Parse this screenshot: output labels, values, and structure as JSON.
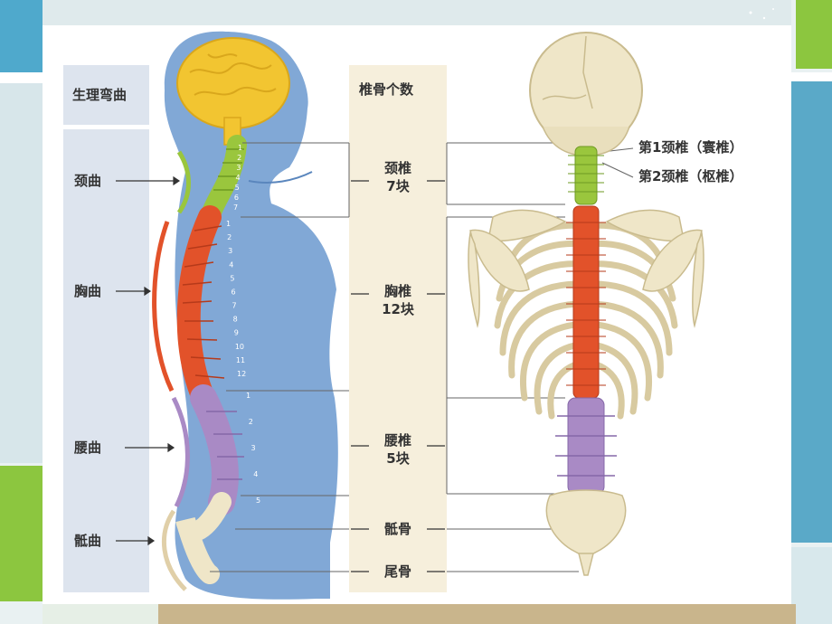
{
  "slide": {
    "colors": {
      "background": "#e8f0f0",
      "left_teal": "#4fa7c9",
      "left_green": "#8cc63f",
      "right_teal": "#5aa9c8",
      "right_green": "#8cc63f",
      "bottom_bar": "#c8b48a",
      "accent": "#1e6fb5"
    }
  },
  "diagram": {
    "curve_panel": {
      "header": "生理弯曲",
      "labels": [
        "颈曲",
        "胸曲",
        "腰曲",
        "骶曲"
      ]
    },
    "count_panel": {
      "header": "椎骨个数",
      "groups": [
        {
          "name": "颈椎",
          "count": "7块"
        },
        {
          "name": "胸椎",
          "count": "12块"
        },
        {
          "name": "腰椎",
          "count": "5块"
        }
      ],
      "sacrum": "骶骨",
      "coccyx": "尾骨"
    },
    "atlas_labels": [
      "第1颈椎（寰椎）",
      "第2颈椎（枢椎）"
    ],
    "vertebra_numbers": {
      "cervical": [
        "1",
        "2",
        "3",
        "4",
        "5",
        "6",
        "7"
      ],
      "thoracic": [
        "1",
        "2",
        "3",
        "4",
        "5",
        "6",
        "7",
        "8",
        "9",
        "10",
        "11",
        "12"
      ],
      "lumbar": [
        "1",
        "2",
        "3",
        "4",
        "5"
      ]
    },
    "colors": {
      "brain": "#f2c531",
      "cervical": "#9ac63d",
      "thoracic": "#e2522a",
      "lumbar": "#a98ac5",
      "bone": "#efe6c8",
      "body": "#6b99cf",
      "panel": "#dfe6ef",
      "count_panel": "#f6efdc"
    }
  }
}
